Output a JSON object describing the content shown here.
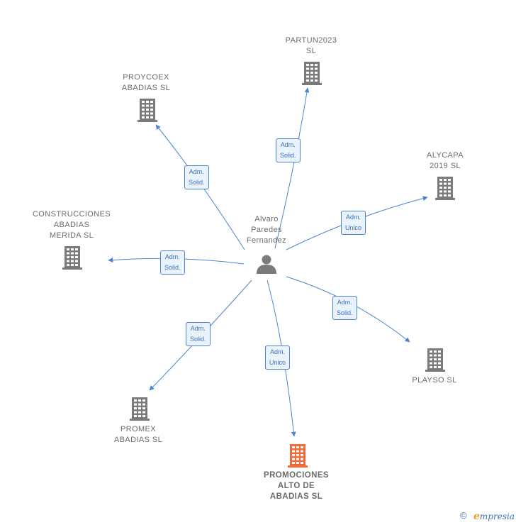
{
  "person": {
    "name_lines": [
      "Alvaro",
      "Paredes",
      "Fernandez"
    ]
  },
  "companies": [
    {
      "id": "partun",
      "lines": [
        "PARTUN2023",
        "SL"
      ]
    },
    {
      "id": "proycoex",
      "lines": [
        "PROYCOEX",
        "ABADIAS  SL"
      ]
    },
    {
      "id": "alycapa",
      "lines": [
        "ALYCAPA",
        "2019  SL"
      ]
    },
    {
      "id": "construcciones",
      "lines": [
        "CONSTRUCCIONES",
        "ABADIAS",
        "MERIDA  SL"
      ]
    },
    {
      "id": "playso",
      "lines": [
        "PLAYSO  SL"
      ]
    },
    {
      "id": "promex",
      "lines": [
        "PROMEX",
        "ABADIAS  SL"
      ]
    },
    {
      "id": "promociones",
      "lines": [
        "PROMOCIONES",
        "ALTO DE",
        "ABADIAS  SL"
      ],
      "highlight": true
    }
  ],
  "relations": [
    {
      "to": "partun",
      "lines": [
        "Adm.",
        "Solid."
      ]
    },
    {
      "to": "proycoex",
      "lines": [
        "Adm.",
        "Solid."
      ]
    },
    {
      "to": "alycapa",
      "lines": [
        "Adm.",
        "Unico"
      ]
    },
    {
      "to": "construcciones",
      "lines": [
        "Adm.",
        "Solid."
      ]
    },
    {
      "to": "playso",
      "lines": [
        "Adm.",
        "Solid."
      ]
    },
    {
      "to": "promex",
      "lines": [
        "Adm.",
        "Solid."
      ]
    },
    {
      "to": "promociones",
      "lines": [
        "Adm.",
        "Unico"
      ]
    }
  ],
  "colors": {
    "edge": "#4a86cf",
    "building": "#7a7a7a",
    "highlight": "#f26a35",
    "person": "#7a7a7a"
  },
  "footer": {
    "copyright_symbol": "©",
    "brand_initial": "e",
    "brand_rest": "mpresia"
  }
}
